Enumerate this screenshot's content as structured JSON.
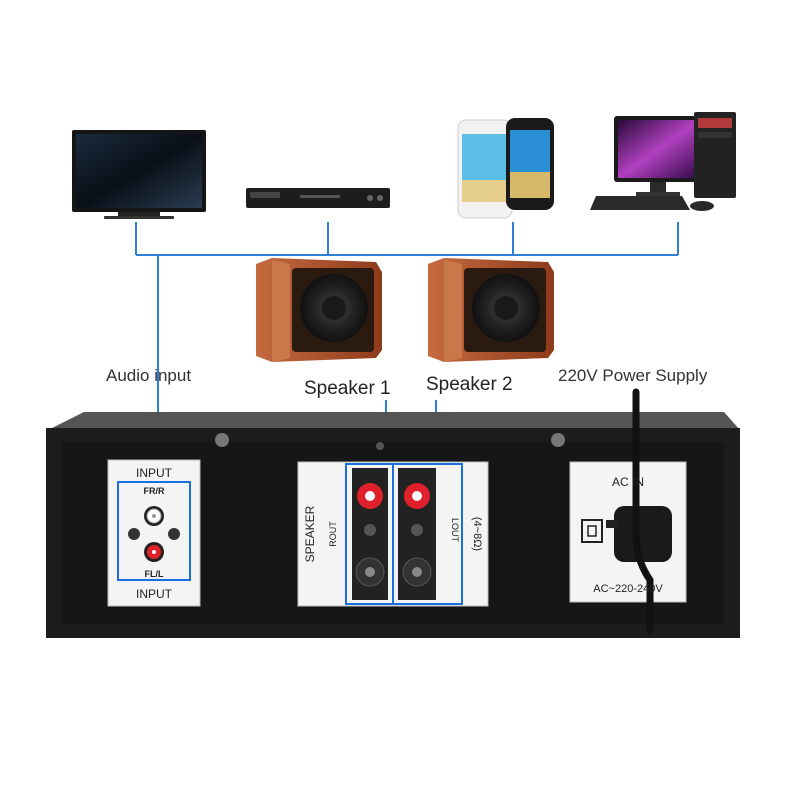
{
  "devices": [
    {
      "name": "tv-icon"
    },
    {
      "name": "dvd-player-icon"
    },
    {
      "name": "smartphones-icon"
    },
    {
      "name": "desktop-computer-icon"
    }
  ],
  "speakers": {
    "left_label": "Speaker 1",
    "right_label": "Speaker 2"
  },
  "labels": {
    "audio_input": "Audio input",
    "power_supply": "220V Power Supply"
  },
  "panel": {
    "input_top": "INPUT",
    "input_bottom": "INPUT",
    "fr": "FR/R",
    "fl": "FL/L",
    "speaker_label": "SPEAKER",
    "rout": "ROUT",
    "lout": "LOUT",
    "impedance": "(4~8Ω)",
    "ac_in": "AC  IN",
    "ac_range": "AC~220-240V"
  },
  "colors": {
    "connector_line": "#2f7fd6",
    "highlight_box": "#1a6fe0",
    "amp_body": "#1c1c1c",
    "panel_face": "#f4f4f4",
    "speaker_wood": "#b0532c",
    "binding_post_red": "#e0202a"
  }
}
